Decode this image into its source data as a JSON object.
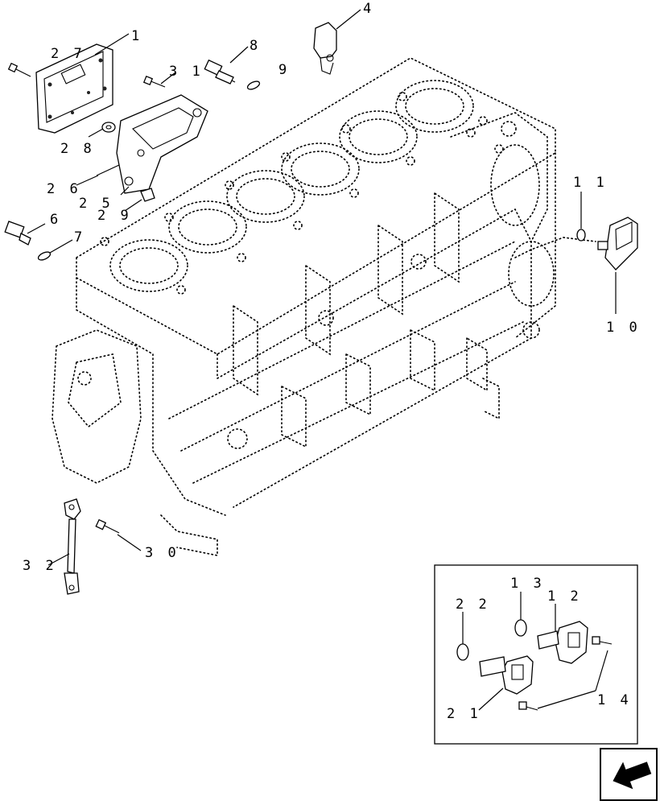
{
  "diagram": {
    "callouts": [
      {
        "id": "c1",
        "text": "1"
      },
      {
        "id": "c27",
        "text": "2 7"
      },
      {
        "id": "c31",
        "text": "3 1"
      },
      {
        "id": "c8",
        "text": "8"
      },
      {
        "id": "c9",
        "text": "9"
      },
      {
        "id": "c4",
        "text": "4"
      },
      {
        "id": "c28",
        "text": "2 8"
      },
      {
        "id": "c26",
        "text": "2 6"
      },
      {
        "id": "c25",
        "text": "2 5"
      },
      {
        "id": "c29",
        "text": "2 9"
      },
      {
        "id": "c6",
        "text": "6"
      },
      {
        "id": "c7",
        "text": "7"
      },
      {
        "id": "c11",
        "text": "1 1"
      },
      {
        "id": "c10",
        "text": "1 0"
      },
      {
        "id": "c32",
        "text": "3 2"
      },
      {
        "id": "c30",
        "text": "3 0"
      },
      {
        "id": "c13",
        "text": "1 3"
      },
      {
        "id": "c12",
        "text": "1 2"
      },
      {
        "id": "c22",
        "text": "2 2"
      },
      {
        "id": "c21",
        "text": "2 1"
      },
      {
        "id": "c14",
        "text": "1 4"
      }
    ],
    "nav_icon": "back-arrow-icon"
  }
}
